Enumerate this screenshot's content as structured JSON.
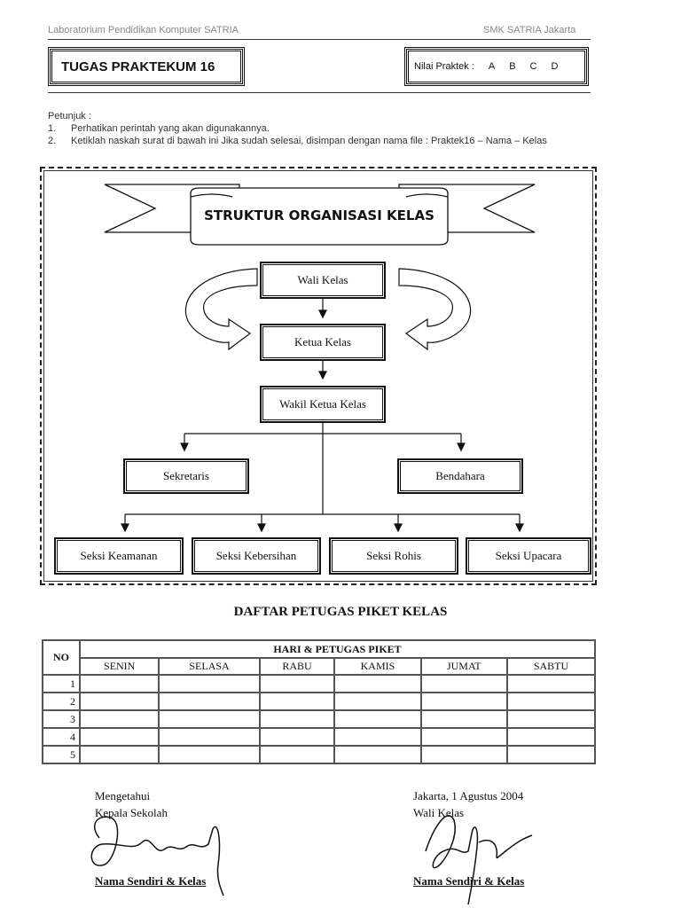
{
  "header": {
    "left": "Laboratorium Pendidikan Komputer SATRIA",
    "right": "SMK SATRIA Jakarta"
  },
  "task": {
    "title": "TUGAS PRAKTEKUM 16",
    "grade_label": "Nilai Praktek :",
    "grade_options": [
      "A",
      "B",
      "C",
      "D"
    ]
  },
  "instructions": {
    "heading": "Petunjuk :",
    "items": [
      {
        "num": "1.",
        "text": "Perhatikan perintah yang akan digunakannya."
      },
      {
        "num": "2.",
        "text": "Ketiklah naskah surat di bawah ini Jika sudah selesai, disimpan dengan nama file : Praktek16 – Nama – Kelas"
      }
    ]
  },
  "org_chart": {
    "banner": "STRUKTUR ORGANISASI KELAS",
    "wali": "Wali Kelas",
    "ketua": "Ketua Kelas",
    "wakil": "Wakil Ketua Kelas",
    "sekretaris": "Sekretaris",
    "bendahara": "Bendahara",
    "seksi": [
      "Seksi Keamanan",
      "Seksi Kebersihan",
      "Seksi Rohis",
      "Seksi Upacara"
    ]
  },
  "piket": {
    "title": "DAFTAR PETUGAS PIKET KELAS",
    "no_header": "NO",
    "group_header": "HARI & PETUGAS PIKET",
    "days": [
      "SENIN",
      "SELASA",
      "RABU",
      "KAMIS",
      "JUMAT",
      "SABTU"
    ],
    "rows": [
      "1",
      "2",
      "3",
      "4",
      "5"
    ]
  },
  "signatures": {
    "left_line1": "Mengetahui",
    "left_line2": "Kepala Sekolah",
    "left_name": "Nama Sendiri & Kelas",
    "right_line1": "Jakarta, 1 Agustus 2004",
    "right_line2": "Wali Kelas",
    "right_name": "Nama Sendiri & Kelas"
  }
}
